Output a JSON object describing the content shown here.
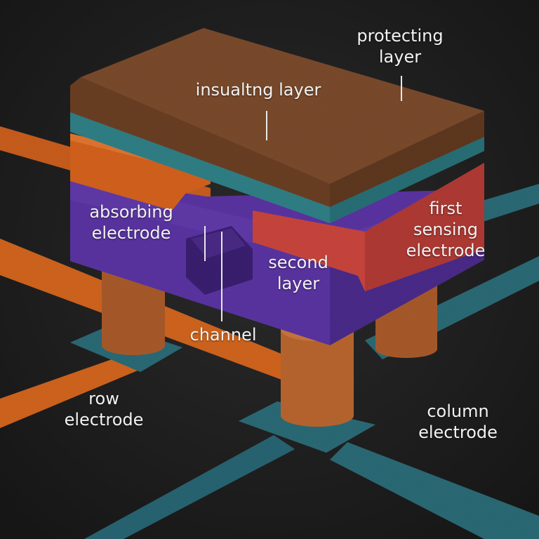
{
  "labels": {
    "protecting_layer": {
      "line1": "protecting",
      "line2": "layer"
    },
    "insulating_layer": "insualtng layer",
    "absorbing_electrode": {
      "line1": "absorbing",
      "line2": "electrode"
    },
    "first_sensing_electrode": {
      "line1": "first",
      "line2": "sensing",
      "line3": "electrode"
    },
    "second_layer": {
      "line1": "second",
      "line2": "layer"
    },
    "channel": "channel",
    "row_electrode": {
      "line1": "row",
      "line2": "electrode"
    },
    "column_electrode": {
      "line1": "column",
      "line2": "electrode"
    }
  },
  "colors": {
    "background": "#202020",
    "protecting_layer": "#7a4a2b",
    "insulating_layer": "#2f7f86",
    "absorbing_electrode": "#d3611f",
    "first_sensing_electrode": "#c8453c",
    "second_layer": "#5a33a1",
    "pillars": "#b8652e",
    "row_electrode": "#d0641f",
    "column_electrode": "#2a6a76",
    "label_text": "#f2f2f2"
  }
}
